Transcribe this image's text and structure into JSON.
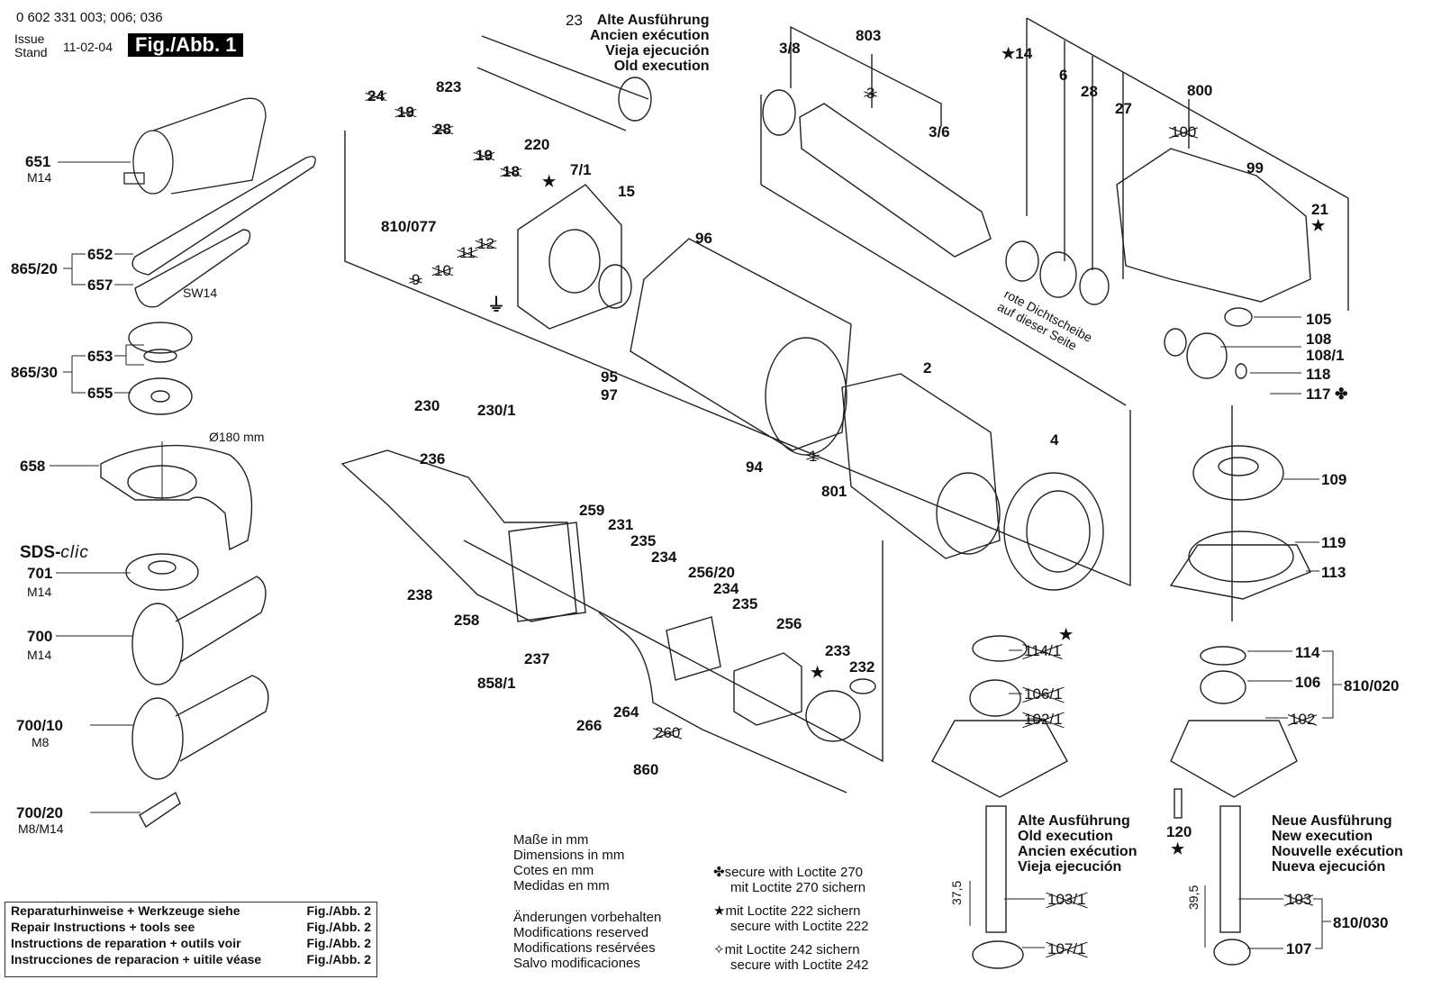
{
  "header": {
    "code": "0 602 331 003; 006; 036",
    "issue_label_1": "Issue",
    "issue_label_2": "Stand",
    "issue_date": "11-02-04",
    "figure": "Fig./Abb. 1"
  },
  "old_execution_top": [
    "Alte Ausführung",
    "Ancien exécution",
    "Vieja ejecución",
    "Old execution"
  ],
  "left_column": {
    "p651": "651",
    "p651_sub": "M14",
    "g865_20": "865/20",
    "p652": "652",
    "p657": "657",
    "sw14": "SW14",
    "g865_30": "865/30",
    "p653": "653",
    "p655": "655",
    "p658": "658",
    "diameter": "Ø180 mm",
    "sds_a": "SDS-",
    "sds_b": "clic",
    "p701": "701",
    "p701_sub": "M14",
    "p700": "700",
    "p700_sub": "M14",
    "p700_10": "700/10",
    "p700_10_sub": "M8",
    "p700_20": "700/20",
    "p700_20_sub": "M8/M14"
  },
  "parts": {
    "p23": "23",
    "p823": "823",
    "p24": "24",
    "p19a": "19",
    "p28x": "28",
    "p19b": "19",
    "p18": "18",
    "p220": "220",
    "p7_1": "7/1",
    "p15": "15",
    "p810_077": "810/077",
    "p12": "12",
    "p11": "11",
    "p10": "10",
    "p9": "9",
    "p96": "96",
    "p95": "95",
    "p97": "97",
    "p94": "94",
    "p1": "1",
    "p801": "801",
    "p2": "2",
    "p4": "4",
    "p3_8": "3/8",
    "p803": "803",
    "p3": "3",
    "p3_6": "3/6",
    "p14": "14",
    "p6": "6",
    "p28": "28",
    "p27": "27",
    "p800": "800",
    "p100": "100",
    "p99": "99",
    "p21": "21",
    "red_seal_1": "rote Dichtscheibe",
    "red_seal_2": "auf dieser Seite",
    "p105": "105",
    "p108": "108",
    "p108_1": "108/1",
    "p118": "118",
    "p117": "117",
    "p109": "109",
    "p119": "119",
    "p113": "113",
    "p114_1": "114/1",
    "p106_1": "106/1",
    "p102_1": "102/1",
    "p114": "114",
    "p106": "106",
    "p102": "102",
    "p810_020": "810/020",
    "p120": "120",
    "p103_1": "103/1",
    "p107_1": "107/1",
    "dim_old": "37,5",
    "p103": "103",
    "p107": "107",
    "p810_030": "810/030",
    "dim_new": "39,5",
    "p230": "230",
    "p230_1": "230/1",
    "p236": "236",
    "p238": "238",
    "p258": "258",
    "p237": "237",
    "p858_1": "858/1",
    "p259": "259",
    "p231": "231",
    "p235a": "235",
    "p234a": "234",
    "p256_20": "256/20",
    "p234b": "234",
    "p235b": "235",
    "p256": "256",
    "p233": "233",
    "p232": "232",
    "p266": "266",
    "p264": "264",
    "p260": "260",
    "p860": "860"
  },
  "old_execution_bottom": [
    "Alte Ausführung",
    "Old execution",
    "Ancien exécution",
    "Vieja ejecución"
  ],
  "new_execution": [
    "Neue Ausführung",
    "New execution",
    "Nouvelle exécution",
    "Nueva ejecución"
  ],
  "dimensions_note": [
    "Maße in mm",
    "Dimensions in mm",
    "Cotes en mm",
    "Medidas en mm"
  ],
  "modifications_note": [
    "Änderungen vorbehalten",
    "Modifications reserved",
    "Modifications resérvées",
    "Salvo modificaciones"
  ],
  "loctite_notes": [
    {
      "icon": "clover-icon",
      "glyph": "✤",
      "lines": [
        "secure with Loctite 270",
        "mit Loctite 270 sichern"
      ]
    },
    {
      "icon": "star-icon",
      "glyph": "★",
      "lines": [
        "mit Loctite 222 sichern",
        "secure with Loctite 222"
      ]
    },
    {
      "icon": "outline-star-icon",
      "glyph": "✧",
      "lines": [
        "mit Loctite 242 sichern",
        "secure with Loctite 242"
      ]
    }
  ],
  "repair_box": [
    {
      "text": "Reparaturhinweise + Werkzeuge siehe",
      "ref": "Fig./Abb. 2"
    },
    {
      "text": "Repair Instructions + tools see",
      "ref": "Fig./Abb. 2"
    },
    {
      "text": "Instructions de reparation + outils voir",
      "ref": "Fig./Abb. 2"
    },
    {
      "text": "Instrucciones de reparacion + uitile véase",
      "ref": "Fig./Abb. 2"
    }
  ],
  "symbols": {
    "star": "★",
    "clover": "✤"
  }
}
